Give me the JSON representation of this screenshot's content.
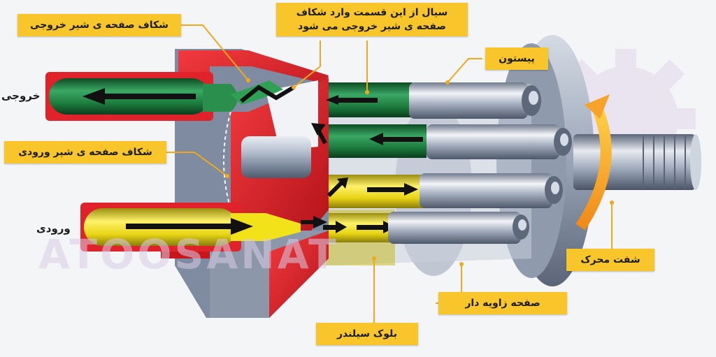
{
  "labels": {
    "outlet_slot": "شکاف صفحه ی شیر خروجی",
    "fluid_note_line1": "سیال از این قسمت وارد شکاف",
    "fluid_note_line2": "صفحه ی شیر خروجی می شود",
    "piston": "پیستون",
    "outlet": "خروجی",
    "inlet_slot": "شکاف صفحه ی شیر ورودی",
    "inlet": "ورودی",
    "drive_shaft": "شفت محرک",
    "swash_plate": "صفحه زاویه دار",
    "cylinder_block": "بلوک سیلندر"
  },
  "watermark": {
    "text": "ATOOSANAT",
    "icon": "gear-icon"
  },
  "colors": {
    "callout_bg": "#f8c62a",
    "housing_red": "#e0232a",
    "outlet_green": "#1f7a3e",
    "inlet_yellow": "#f2e21a",
    "rotation_orange": "#f7a228",
    "metal_grey": "#9aa6b8"
  }
}
